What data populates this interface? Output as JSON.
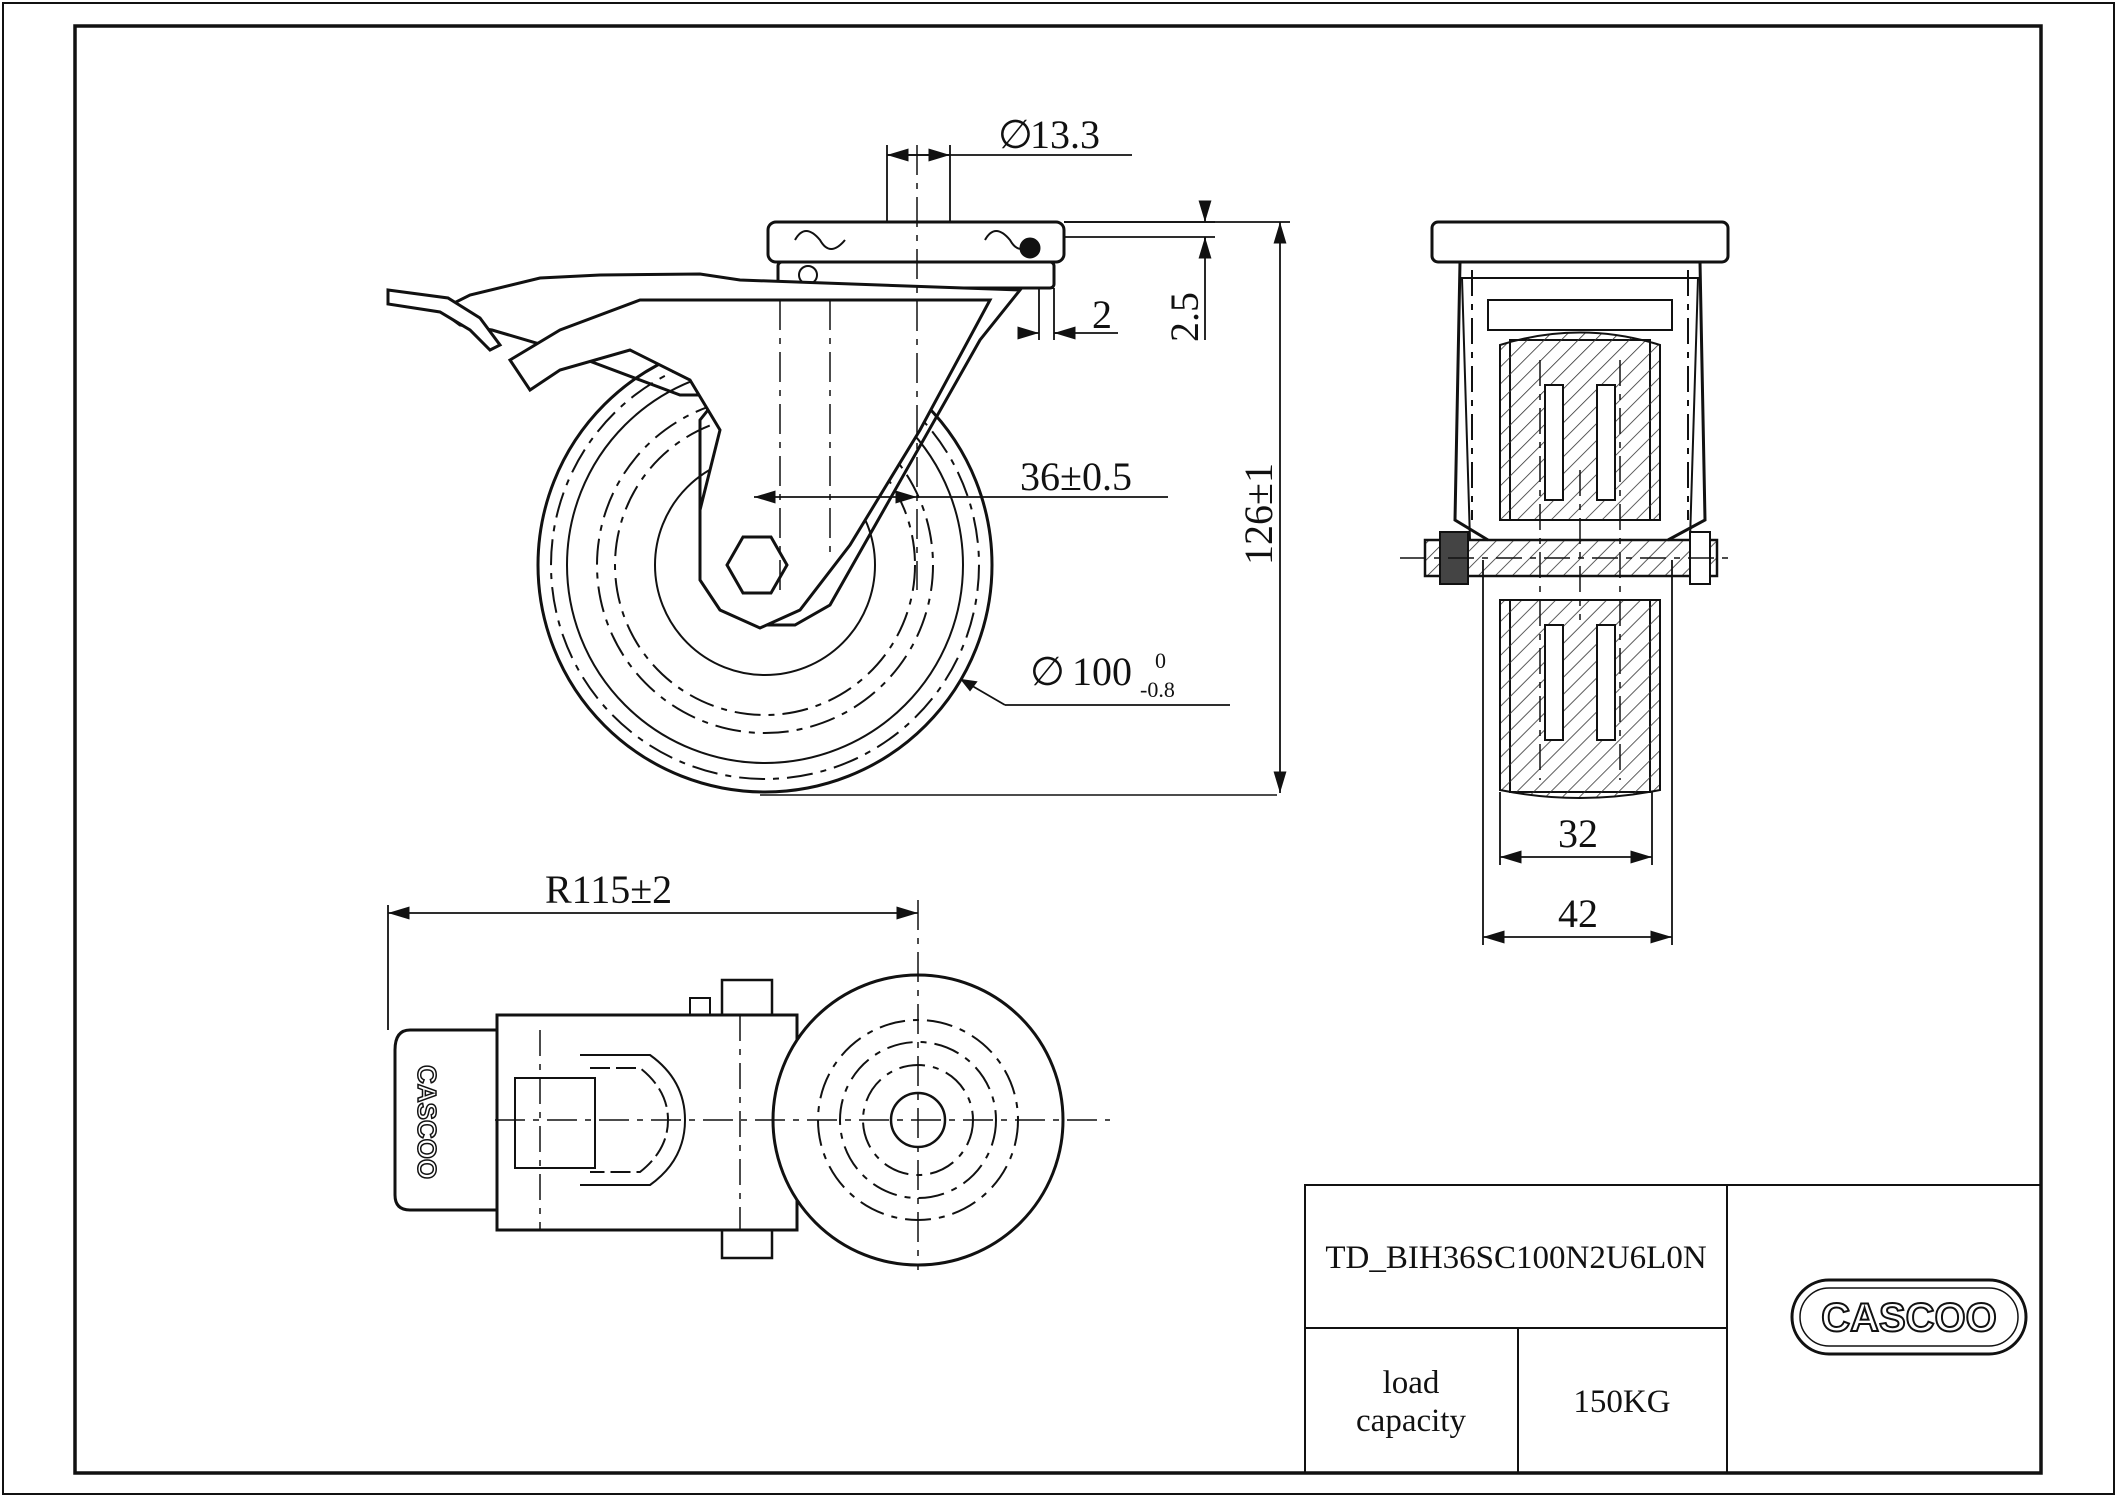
{
  "drawing": {
    "dimensions": {
      "plate_hole_symbol": "∅",
      "plate_hole": "13.3",
      "plate_offset": "2",
      "plate_thickness": "2.5",
      "overall_height": "126±1",
      "offset": "36±0.5",
      "wheel_diameter_symbol": "∅",
      "wheel_diameter": "100",
      "wheel_tol_upper": "0",
      "wheel_tol_lower": "-0.8",
      "tread_width": "32",
      "overall_width": "42",
      "swivel_radius": "R115±2"
    },
    "title_block": {
      "part_number": "TD_BIH36SC100N2U6L0N",
      "load_label_line1": "load",
      "load_label_line2": "capacity",
      "load_value": "150KG",
      "logo_text": "CASCOO"
    }
  },
  "colors": {
    "line": "#111111",
    "background": "#ffffff"
  }
}
